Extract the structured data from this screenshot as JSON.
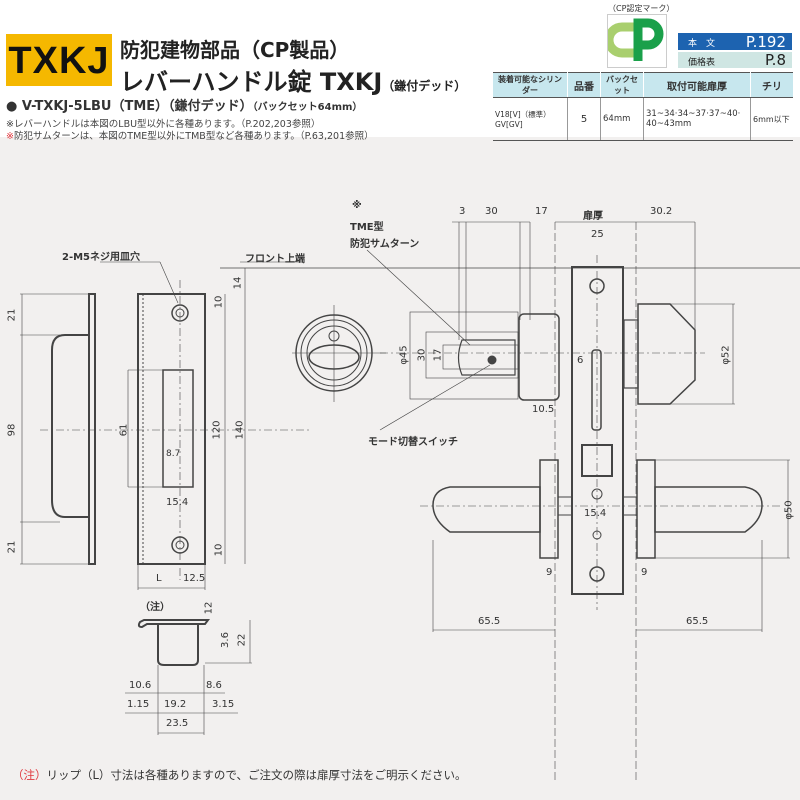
{
  "header": {
    "badge": "TXKJ",
    "title_line1": "防犯建物部品（CP製品）",
    "title_line2": "レバーハンドル錠 TXKJ",
    "title_line2_suffix": "（鎌付デッド）",
    "model": "● V-TXKJ-5LBU（TME）（鎌付デッド）",
    "model_suffix": "（バックセット64mm）",
    "note1": "※レバーハンドルは本図のLBU型以外に各種あります。（P.202,203参照）",
    "note2_mark": "※",
    "note2": "防犯サムターンは、本図のTME型以外にTMB型など各種あります。（P.63,201参照）"
  },
  "cp_mark": {
    "caption": "（CP認定マーク）",
    "logo_text": "CP"
  },
  "page_refs": [
    {
      "label": "本　文",
      "page": "P.192"
    },
    {
      "label": "価格表",
      "page": "P.8"
    }
  ],
  "spec_table": {
    "headers": [
      "装着可能なシリンダー",
      "品番",
      "バックセット",
      "取付可能扉厚",
      "チリ"
    ],
    "row": {
      "cylinder_line1": "V18[V]（標準）",
      "cylinder_line2": "GV[GV]",
      "part_no": "5",
      "backset": "64mm",
      "door_thickness_line1": "31~34·34~37·37~40·",
      "door_thickness_line2": "40~43mm",
      "chiri": "6mm以下"
    }
  },
  "drawing": {
    "labels": {
      "screw_hole": "2-M5ネジ用皿穴",
      "front_top": "フロント上端",
      "mark": "※",
      "thumbturn_type": "TME型",
      "thumbturn": "防犯サムターン",
      "mode_switch": "モード切替スイッチ",
      "door_thickness": "扉厚",
      "note_mark": "（注）",
      "lip": "L"
    },
    "dims": {
      "d14": "14",
      "d21a": "21",
      "d98": "98",
      "d21b": "21",
      "d61": "61",
      "d120": "120",
      "d140": "140",
      "d10a": "10",
      "d10b": "10",
      "d8_7": "8.7",
      "d15_4a": "15.4",
      "d12_5": "12.5",
      "d3": "3",
      "d30a": "30",
      "d17a": "17",
      "d30_2": "30.2",
      "d25": "25",
      "phi45": "φ45",
      "d30b": "30",
      "d17b": "17",
      "d6": "6",
      "d10_5": "10.5",
      "phi52": "φ52",
      "phi50": "φ50",
      "d15_4b": "15.4",
      "d9a": "9",
      "d9b": "9",
      "d65_5a": "65.5",
      "d65_5b": "65.5",
      "d12": "12",
      "d3_6": "3.6",
      "d22": "22",
      "d10_6": "10.6",
      "d8_6": "8.6",
      "d1_15": "1.15",
      "d19_2": "19.2",
      "d3_15": "3.15",
      "d23_5": "23.5"
    }
  },
  "footer": {
    "mark": "（注）",
    "text": "リップ（L）寸法は各種ありますので、ご注文の際は扉厚寸法をご明示ください。"
  },
  "colors": {
    "badge": "#f5b800",
    "blue": "#1d63b0",
    "red": "#e0393f",
    "cp_green": "#1aa04a",
    "cp_light": "#a9cf6e"
  }
}
